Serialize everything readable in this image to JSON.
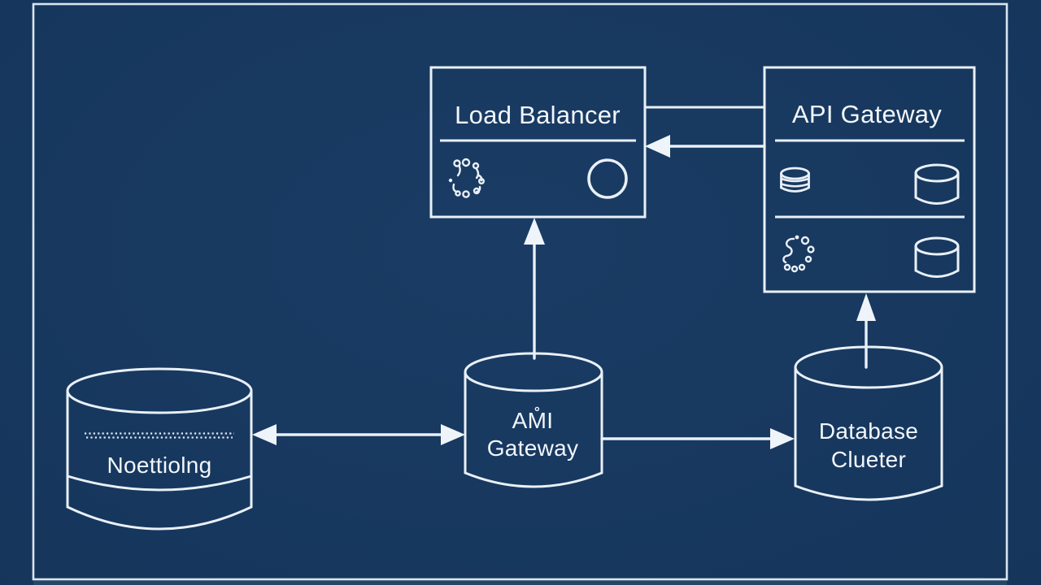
{
  "colors": {
    "background": "#16365C",
    "line": "#E9F0F7",
    "text": "#F2F6FB"
  },
  "nodes": {
    "load_balancer_box": {
      "title": "Load Balancer",
      "icons": [
        "scatter-dots-icon",
        "circle-icon"
      ]
    },
    "api_gateway_box": {
      "title": "API Gateway",
      "icons": [
        "disk-icon",
        "database-cylinder-icon",
        "dotted-spiral-icon",
        "database-cylinder-icon"
      ]
    },
    "left_cylinder": {
      "label": "Noettiolng"
    },
    "middle_cylinder": {
      "label_line1": "AM̊I",
      "label_line2": "Gateway"
    },
    "right_cylinder": {
      "label_line1": "Database",
      "label_line2": "Clueter"
    }
  },
  "edges": [
    {
      "from": "load_balancer_box",
      "to": "api_gateway_box",
      "style": "plain-line"
    },
    {
      "from": "api_gateway_box",
      "to": "load_balancer_box",
      "style": "arrow-left"
    },
    {
      "from": "middle_cylinder",
      "to": "load_balancer_box",
      "style": "arrow-up"
    },
    {
      "from": "right_cylinder",
      "to": "api_gateway_box",
      "style": "arrow-up"
    },
    {
      "from": "left_cylinder",
      "to": "middle_cylinder",
      "style": "arrow-both"
    },
    {
      "from": "middle_cylinder",
      "to": "right_cylinder",
      "style": "arrow-right"
    }
  ]
}
